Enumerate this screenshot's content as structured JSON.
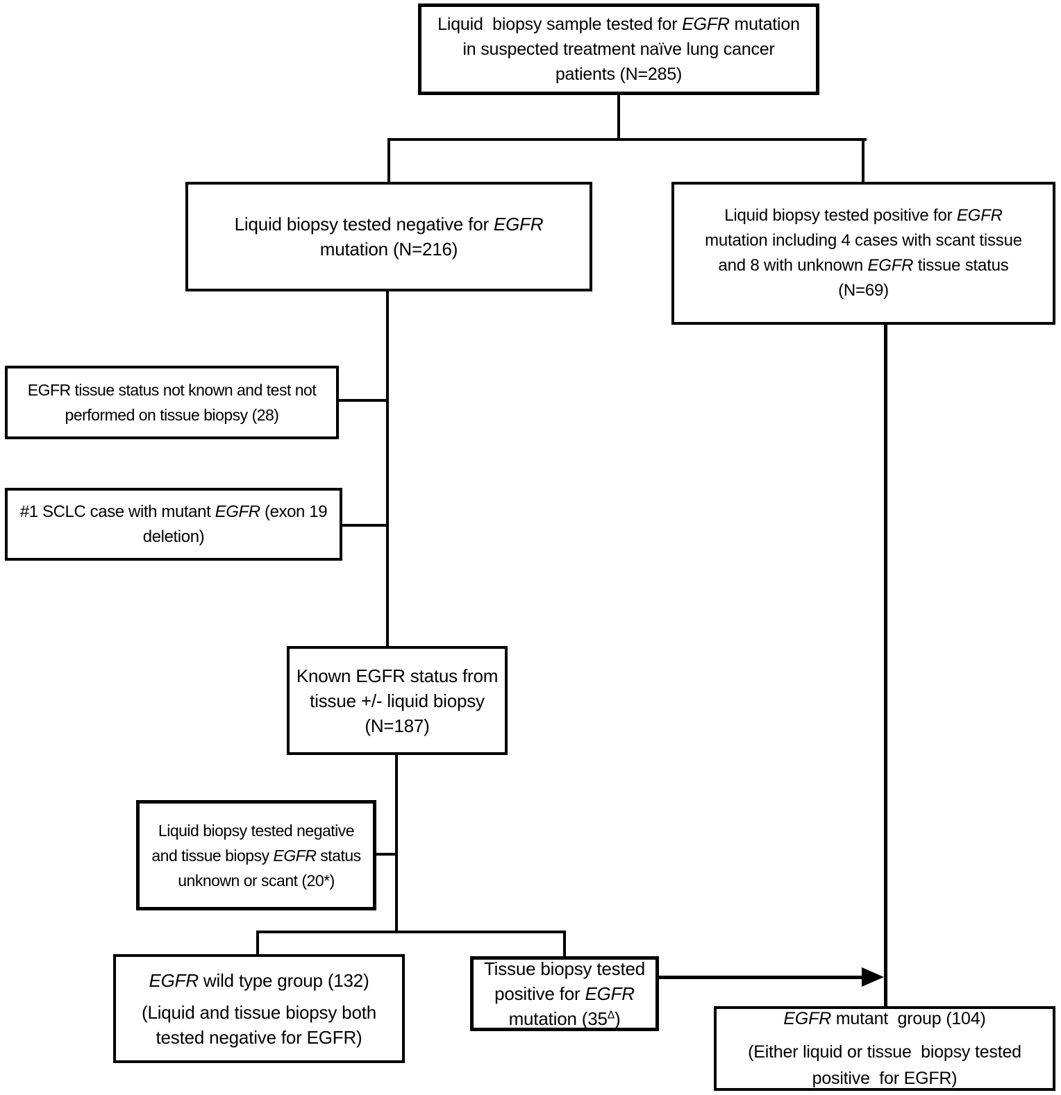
{
  "diagram": {
    "title": "EGFR liquid biopsy testing flowchart",
    "background_color": "#ffffff",
    "line_color": "#000000",
    "nodes": {
      "total_samples": {
        "count": "N=285",
        "lines": [
          {
            "segments": [
              {
                "text": "Liquid  biopsy sample tested for "
              },
              {
                "text": "EGFR",
                "italic": true
              },
              {
                "text": " mutation"
              }
            ]
          },
          {
            "segments": [
              {
                "text": "in suspected treatment naïve lung cancer"
              }
            ]
          },
          {
            "segments": [
              {
                "text": "patients (N=285)"
              }
            ]
          }
        ]
      },
      "liquid_negative": {
        "count": "N=216",
        "lines": [
          {
            "segments": [
              {
                "text": "Liquid biopsy tested negative for "
              },
              {
                "text": "EGFR",
                "italic": true
              }
            ]
          },
          {
            "segments": [
              {
                "text": "mutation (N=216)"
              }
            ]
          }
        ]
      },
      "liquid_positive": {
        "count": "N=69",
        "lines": [
          {
            "segments": [
              {
                "text": "Liquid biopsy tested positive for "
              },
              {
                "text": "EGFR",
                "italic": true
              }
            ]
          },
          {
            "segments": [
              {
                "text": "mutation including 4 cases with scant tissue"
              }
            ]
          },
          {
            "segments": [
              {
                "text": "and 8 with unknown "
              },
              {
                "text": "EGFR",
                "italic": true
              },
              {
                "text": " tissue status"
              }
            ]
          },
          {
            "segments": [
              {
                "text": "(N=69)"
              }
            ]
          }
        ]
      },
      "tissue_status_unknown": {
        "count": "28",
        "lines": [
          {
            "segments": [
              {
                "text": "EGFR tissue status not known and test not"
              }
            ]
          },
          {
            "segments": [
              {
                "text": "performed on tissue biopsy (28)"
              }
            ]
          }
        ]
      },
      "sclc_case": {
        "count": "1",
        "lines": [
          {
            "segments": [
              {
                "text": "#1 SCLC case with mutant "
              },
              {
                "text": "EGFR",
                "italic": true
              },
              {
                "text": " (exon 19"
              }
            ]
          },
          {
            "segments": [
              {
                "text": "deletion)"
              }
            ]
          }
        ]
      },
      "known_status": {
        "count": "N=187",
        "lines": [
          {
            "segments": [
              {
                "text": "Known EGFR status from"
              }
            ]
          },
          {
            "segments": [
              {
                "text": "tissue +/- liquid biopsy"
              }
            ]
          },
          {
            "segments": [
              {
                "text": "(N=187)"
              }
            ]
          }
        ]
      },
      "liquid_neg_tissue_unknown": {
        "count": "20*",
        "lines": [
          {
            "segments": [
              {
                "text": "Liquid biopsy tested negative"
              }
            ]
          },
          {
            "segments": [
              {
                "text": "and tissue biopsy "
              },
              {
                "text": "EGFR",
                "italic": true
              },
              {
                "text": " status"
              }
            ]
          },
          {
            "segments": [
              {
                "text": "unknown or scant (20*)"
              }
            ]
          }
        ]
      },
      "wild_type_group": {
        "count": "132",
        "lines": [
          {
            "segments": [
              {
                "text": "EGFR",
                "italic": true
              },
              {
                "text": " wild type group (132)"
              }
            ]
          },
          {
            "gap": true,
            "segments": [
              {
                "text": "(Liquid and tissue biopsy both"
              }
            ]
          },
          {
            "segments": [
              {
                "text": "tested negative for EGFR)"
              }
            ]
          }
        ]
      },
      "tissue_positive": {
        "count": "35",
        "lines": [
          {
            "segments": [
              {
                "text": "Tissue biopsy tested"
              }
            ]
          },
          {
            "segments": [
              {
                "text": "positive for "
              },
              {
                "text": "EGFR",
                "italic": true
              }
            ]
          },
          {
            "segments": [
              {
                "text": "mutation (35"
              },
              {
                "text": "Δ",
                "sup": true
              },
              {
                "text": ")"
              }
            ]
          }
        ]
      },
      "mutant_group": {
        "count": "104",
        "lines": [
          {
            "segments": [
              {
                "text": "EGFR",
                "italic": true
              },
              {
                "text": " mutant  group (104)"
              }
            ]
          },
          {
            "gap": true,
            "segments": [
              {
                "text": "(Either liquid or tissue  biopsy tested"
              }
            ]
          },
          {
            "segments": [
              {
                "text": "positive  for EGFR)"
              }
            ]
          }
        ]
      }
    }
  }
}
